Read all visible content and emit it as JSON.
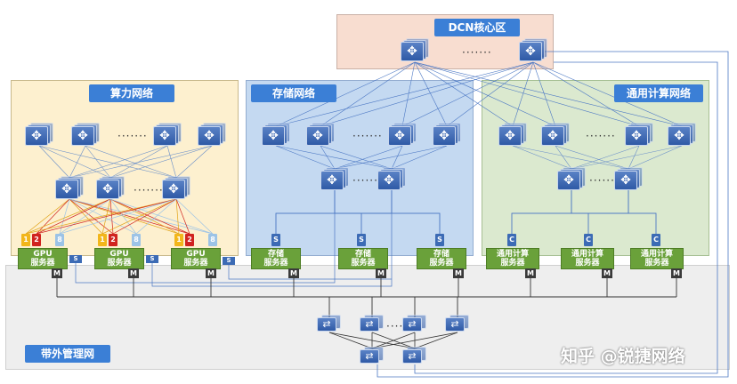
{
  "zones": {
    "dcn_core": {
      "title": "DCN核心区",
      "bg": "#f8ddd0"
    },
    "compute": {
      "title": "算力网络",
      "bg": "#fdf0cf"
    },
    "storage": {
      "title": "存储网络",
      "bg": "#c4d9f1"
    },
    "general": {
      "title": "通用计算网络",
      "bg": "#dbe9cf"
    },
    "mgmt": {
      "title": "带外管理网",
      "bg": "#eeeeee"
    }
  },
  "colors": {
    "title_badge": "#3b7fd6",
    "server_green": "#6aa13a",
    "tag_yellow": "#f2b61b",
    "tag_red": "#d0231f",
    "tag_blue_light": "#9cc3e6",
    "tag_blue": "#3c6bb5"
  },
  "ellipsis": "·······",
  "gpu_servers": [
    {
      "line1": "GPU",
      "line2": "服务器"
    },
    {
      "line1": "GPU",
      "line2": "服务器"
    },
    {
      "line1": "GPU",
      "line2": "服务器"
    }
  ],
  "gpu_port_tags": [
    "1",
    "2",
    "8"
  ],
  "storage_servers": [
    {
      "line1": "存储",
      "line2": "服务器",
      "tag": "S"
    },
    {
      "line1": "存储",
      "line2": "服务器",
      "tag": "S"
    },
    {
      "line1": "存储",
      "line2": "服务器",
      "tag": "S"
    }
  ],
  "general_servers": [
    {
      "line1": "通用计算",
      "line2": "服务器",
      "tag": "C"
    },
    {
      "line1": "通用计算",
      "line2": "服务器",
      "tag": "C"
    },
    {
      "line1": "通用计算",
      "line2": "服务器",
      "tag": "C"
    }
  ],
  "storage_port_tag": "S",
  "mgmt_port_tag": "M",
  "watermark": "知乎 @锐捷网络"
}
